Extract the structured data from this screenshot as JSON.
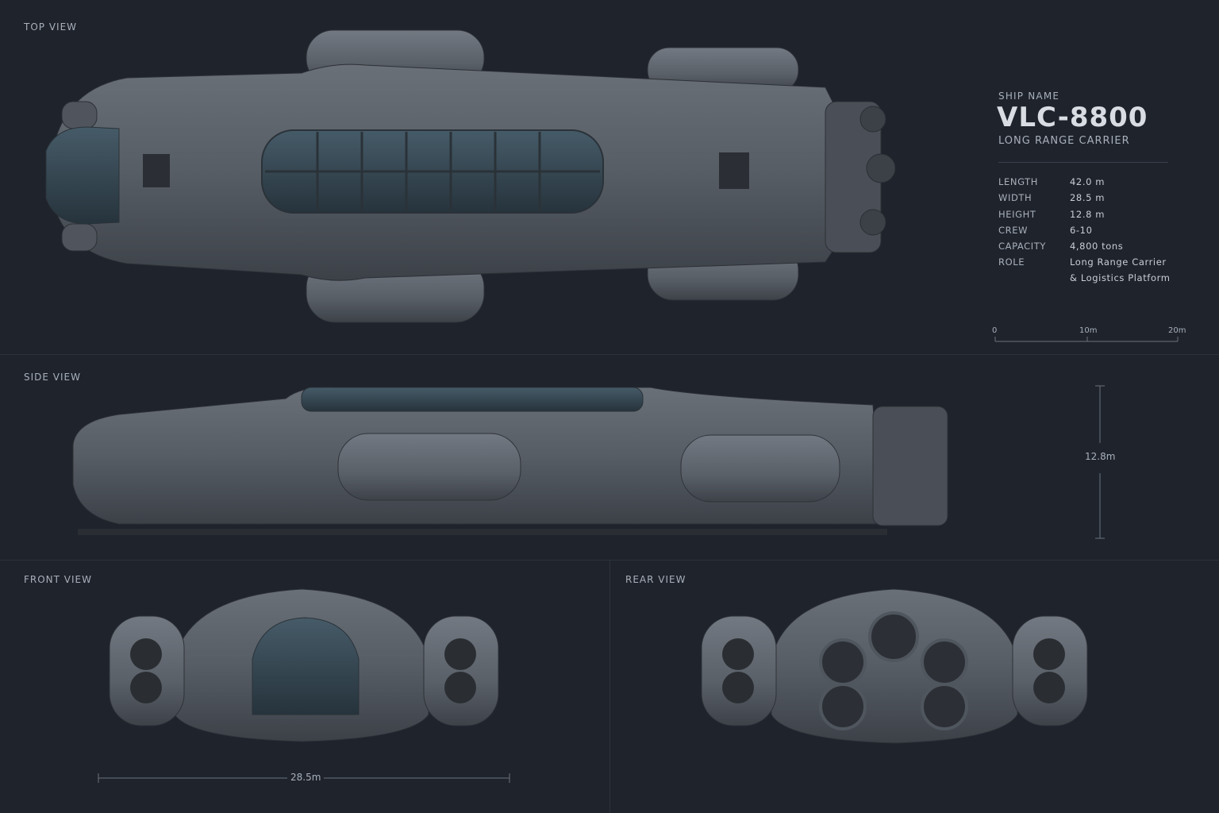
{
  "views": {
    "top": "TOP VIEW",
    "side": "SIDE VIEW",
    "front": "FRONT VIEW",
    "rear": "REAR VIEW"
  },
  "ship": {
    "name_label": "SHIP NAME",
    "name": "VLC-8800",
    "subtitle": "LONG RANGE CARRIER"
  },
  "specs": [
    {
      "key": "LENGTH",
      "value": "42.0 m"
    },
    {
      "key": "WIDTH",
      "value": "28.5 m"
    },
    {
      "key": "HEIGHT",
      "value": "12.8 m"
    },
    {
      "key": "CREW",
      "value": "6-10"
    },
    {
      "key": "CAPACITY",
      "value": "4,800 tons"
    },
    {
      "key": "ROLE",
      "value": "Long Range Carrier"
    }
  ],
  "role_line2": "& Logistics Platform",
  "scale": {
    "t0": "0",
    "t1": "10m",
    "t2": "20m"
  },
  "dims": {
    "height": "12.8m",
    "width": "28.5m"
  },
  "colors": {
    "background": "#1e232c",
    "hull": "#555b63",
    "glass": "#3b4f5c"
  }
}
